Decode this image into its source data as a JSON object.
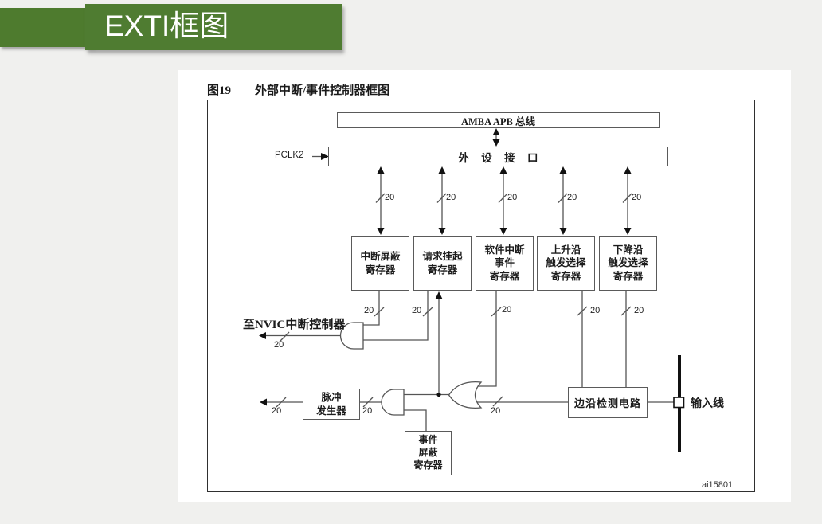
{
  "banner": {
    "title": "EXTI框图"
  },
  "colors": {
    "banner_green": "#4f7c31",
    "line_gray": "#555555"
  },
  "figure": {
    "label": "图19",
    "caption": "外部中断/事件控制器框图",
    "watermark": "ai15801"
  },
  "diagram": {
    "amba_bus": "AMBA APB 总线",
    "periph_interface": "外 设 接 口",
    "pclk": "PCLK2",
    "bus_width": "20",
    "nvic": "至NVIC中断控制器",
    "input_line": "输入线",
    "registers": [
      {
        "lines": [
          "中断屏蔽",
          "寄存器"
        ]
      },
      {
        "lines": [
          "请求挂起",
          "寄存器"
        ]
      },
      {
        "lines": [
          "软件中断",
          "事件",
          "寄存器"
        ]
      },
      {
        "lines": [
          "上升沿",
          "触发选择",
          "寄存器"
        ]
      },
      {
        "lines": [
          "下降沿",
          "触发选择",
          "寄存器"
        ]
      }
    ],
    "pulse_generator": {
      "lines": [
        "脉冲",
        "发生器"
      ]
    },
    "event_mask": {
      "lines": [
        "事件",
        "屏蔽",
        "寄存器"
      ]
    },
    "edge_detect": "边沿检测电路"
  }
}
